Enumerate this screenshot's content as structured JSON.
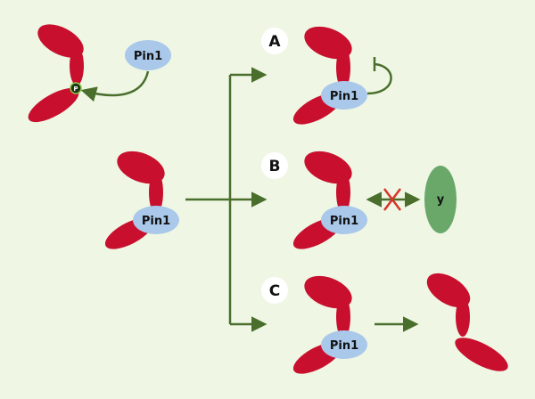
{
  "diagram": {
    "pin1_label": "Pin1",
    "phospho_label": "P",
    "panel_labels": [
      "A",
      "B",
      "C"
    ],
    "partner_label": "y",
    "colors": {
      "background": "#eff7e4",
      "protein": "#c8102e",
      "pin1": "#a9c8ea",
      "arrow": "#4a6e2c",
      "partner": "#6aa86a",
      "block_x": "#d8332a"
    }
  }
}
